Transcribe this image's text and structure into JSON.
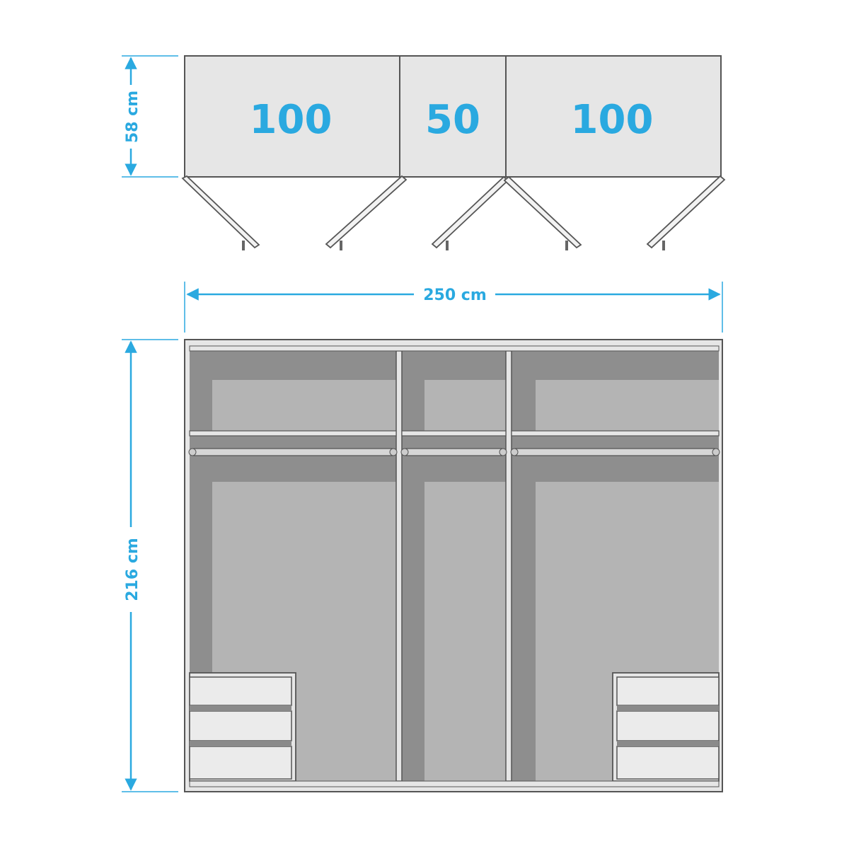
{
  "colors": {
    "accent": "#2aa9e0",
    "panel": "#e6e6e6",
    "interior_dark": "#8e8e8e",
    "interior_back": "#b4b4b4",
    "outline": "#555555"
  },
  "top_view": {
    "depth_label": "58 cm",
    "sections": [
      {
        "label": "100"
      },
      {
        "label": "50"
      },
      {
        "label": "100"
      }
    ]
  },
  "front_view": {
    "width_label": "250 cm",
    "height_label": "216 cm"
  }
}
